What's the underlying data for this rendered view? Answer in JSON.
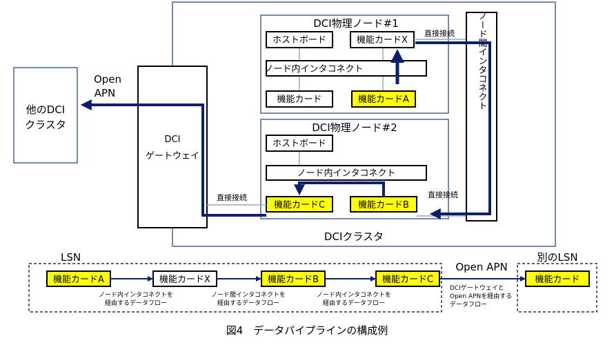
{
  "colors": {
    "arrow": "#0a1f6e",
    "cluster_border": "#1f3e78",
    "card_fill_yellow": "#ffff00",
    "line_gray": "#9aa6bc",
    "box_border": "#000000"
  },
  "labels": {
    "other_cluster_l1": "他のDCI",
    "other_cluster_l2": "クラスタ",
    "open_apn_l1": "Open",
    "open_apn_l2": "APN",
    "gw_l1": "DCI",
    "gw_l2": "ゲートウェイ",
    "node1_title": "DCI物理ノード#1",
    "node2_title": "DCI物理ノード#2",
    "host_board": "ホストボード",
    "card_x": "機能カードX",
    "intra_ic": "ノード内インタコネクト",
    "card": "機能カード",
    "card_a": "機能カードA",
    "card_b": "機能カードB",
    "card_c": "機能カードC",
    "direct_conn": "直接接続",
    "inter_node_ic": "ノード間インタコネクト",
    "dci_cluster": "DCIクラスタ"
  },
  "pipeline": {
    "lsn": "LSN",
    "other_lsn": "別のLSN",
    "open_apn": "Open APN",
    "flow_intra_l1": "ノード内インタコネクトを",
    "flow_intra_l2": "経由するデータフロー",
    "flow_inter_l1": "ノード間インタコネクトを",
    "flow_inter_l2": "経由するデータフロー",
    "flow_gw_l1": "DCIゲートウェイと",
    "flow_gw_l2": "Open APNを経由する",
    "flow_gw_l3": "データフロー"
  },
  "caption": "図4　データパイプラインの構成例"
}
